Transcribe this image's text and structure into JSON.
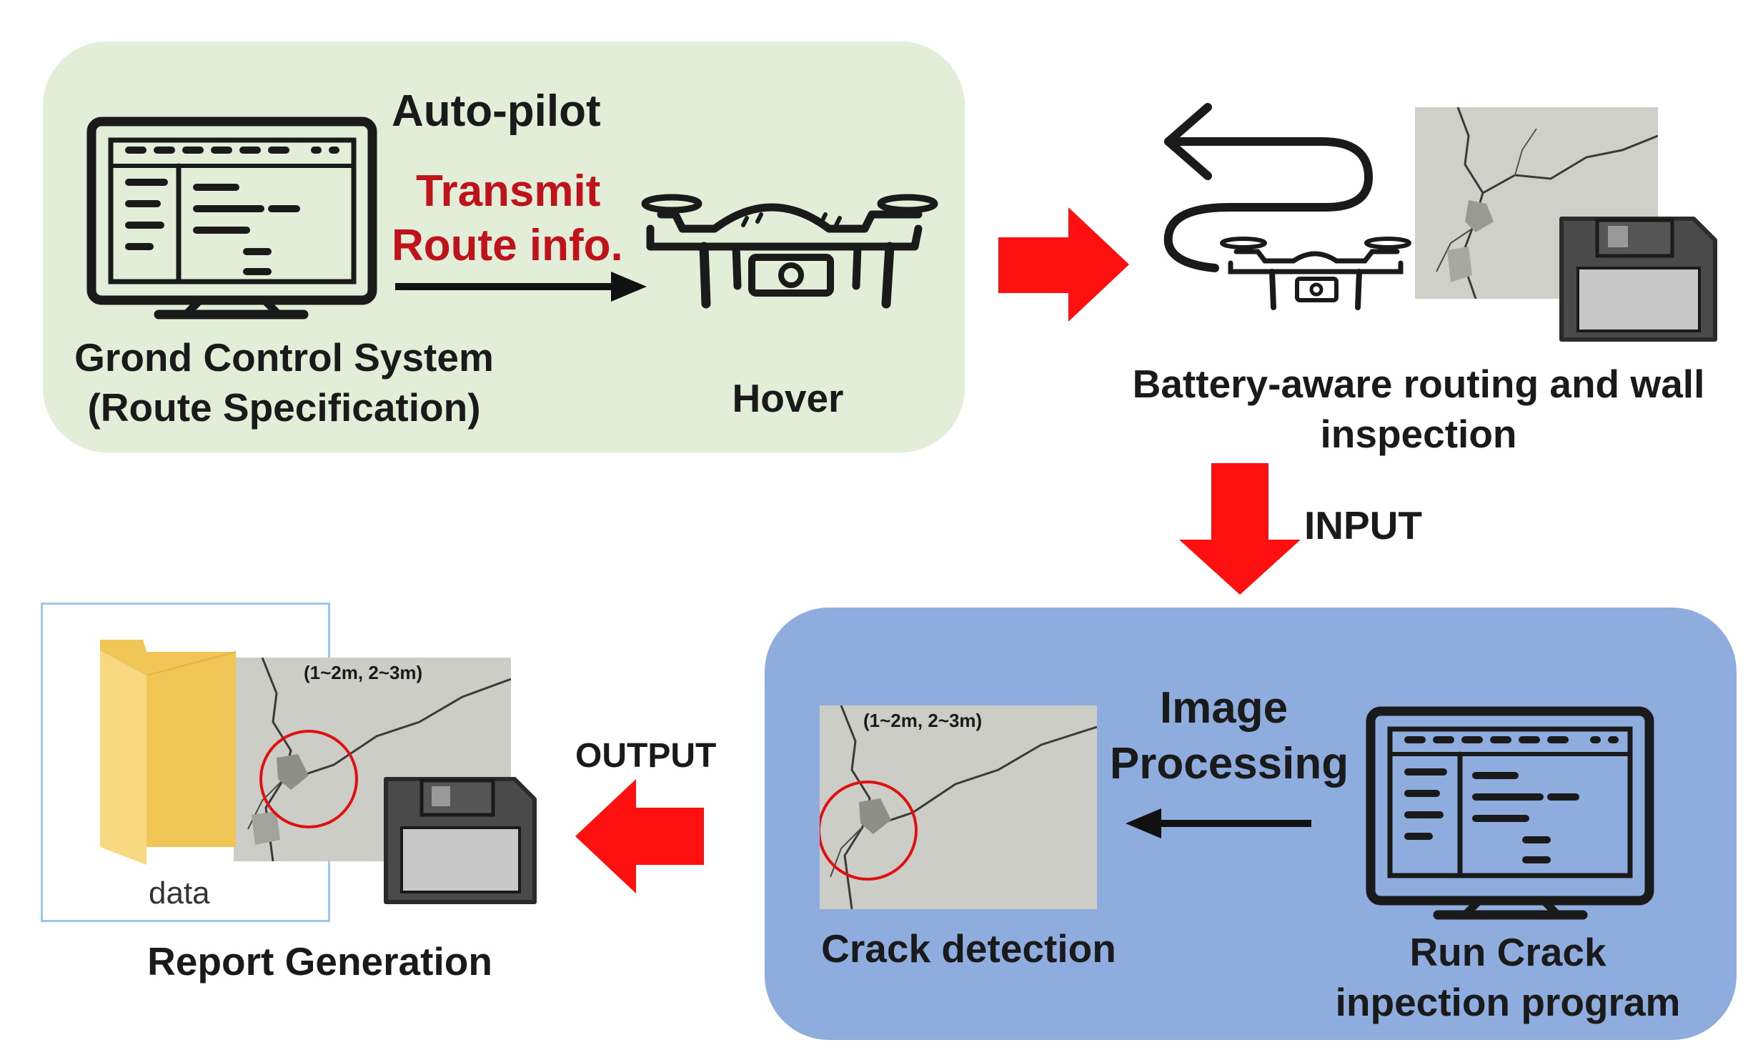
{
  "ground_control": {
    "label_line1": "Grond Control System",
    "label_line2": "(Route Specification)"
  },
  "autopilot": {
    "title": "Auto-pilot",
    "transmit_line1": "Transmit",
    "transmit_line2": "Route info."
  },
  "drone": {
    "label": "Hover"
  },
  "inspection": {
    "label_line1": "Battery-aware routing and wall",
    "label_line2": "inspection"
  },
  "input_label": "INPUT",
  "image_processing": {
    "line1": "Image",
    "line2": "Processing"
  },
  "crack_detection": {
    "label": "Crack detection",
    "photo_caption": "(1~2m, 2~3m)"
  },
  "program": {
    "line1": "Run Crack",
    "line2": "inpection program"
  },
  "output_label": "OUTPUT",
  "report": {
    "label": "Report Generation",
    "folder_name": "data",
    "photo_caption": "(1~2m, 2~3m)"
  },
  "colors": {
    "green_panel": "#e2eed8",
    "blue_panel": "#8eacde",
    "flow_arrow_red": "#ff1010",
    "transmit_text_red": "#c0121a",
    "icon_stroke": "#1a1a1a"
  }
}
